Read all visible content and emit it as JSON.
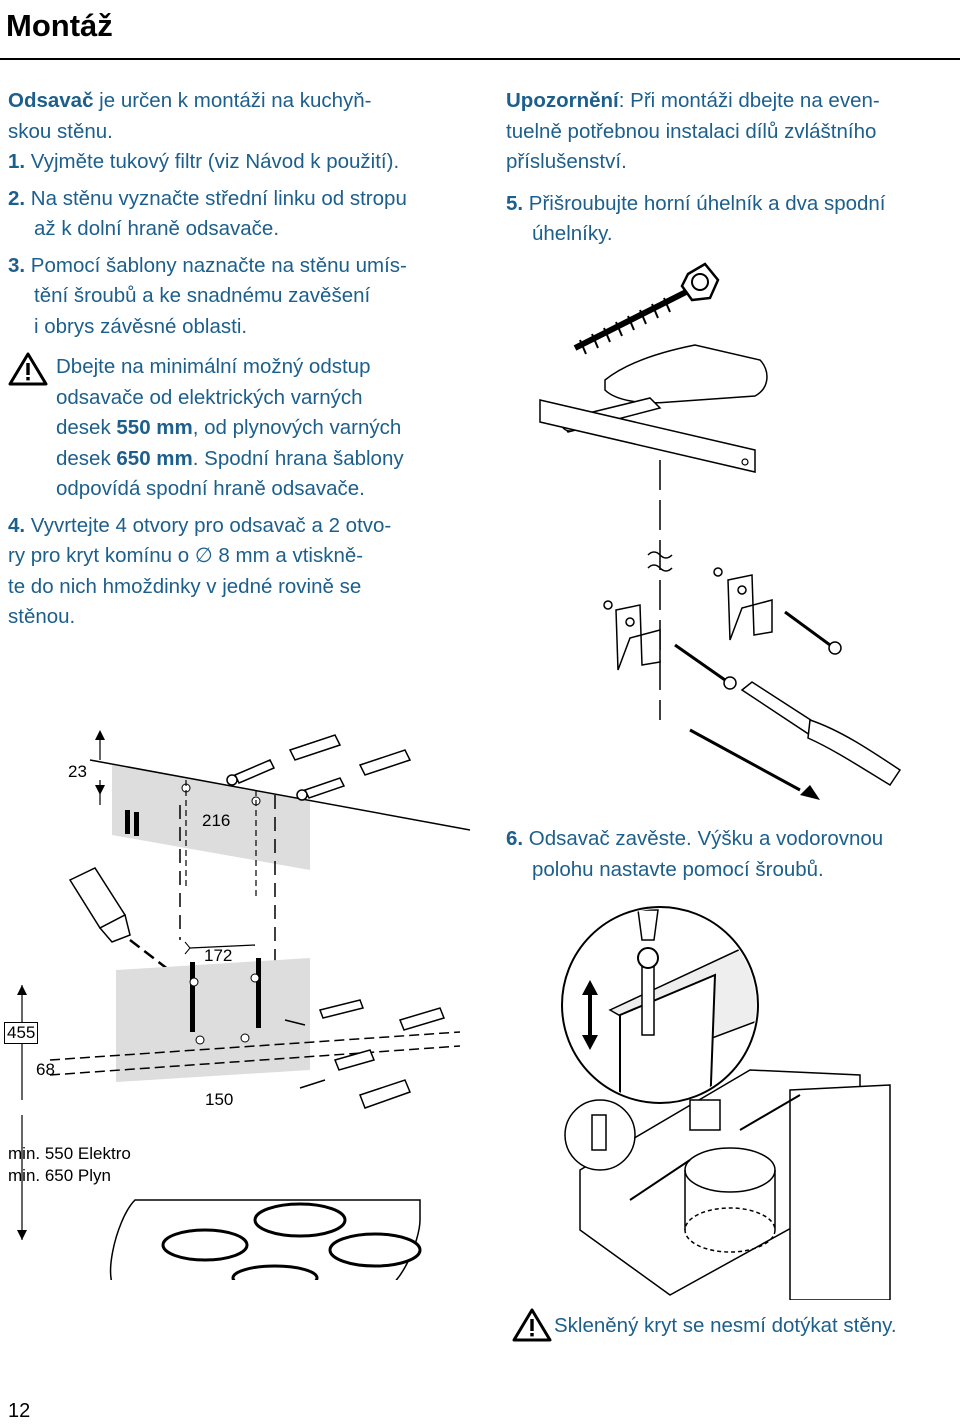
{
  "title": "Montáž",
  "left": {
    "intro_bold": "Odsavač",
    "intro_rest_1": " je určen k montáži na kuchyň-",
    "intro_rest_2": "skou stěnu.",
    "s1_num": "1.",
    "s1_text": " Vyjměte tukový filtr (viz Návod k použití).",
    "s2_num": "2.",
    "s2_text_1": " Na stěnu vyznačte střední linku od stropu",
    "s2_text_2": "až k dolní hraně odsavače.",
    "s3_num": "3.",
    "s3_text_1": " Pomocí šablony naznačte na stěnu umís-",
    "s3_text_2": "tění šroubů a ke snadnému zavěšení",
    "s3_text_3": "i obrys závěsné oblasti.",
    "warn_1": "Dbejte na minimální možný odstup",
    "warn_2": "odsavače od elektrických varných",
    "warn_3a": "desek ",
    "warn_3b": "550 mm",
    "warn_3c": ", od plynových varných",
    "warn_4a": "desek ",
    "warn_4b": "650 mm",
    "warn_4c": ". Spodní hrana šablony",
    "warn_5": "odpovídá spodní hraně odsavače.",
    "s4_num": "4.",
    "s4_text_1": " Vyvrtejte 4 otvory pro odsavač a 2 otvo-",
    "s4_text_2a": "ry pro kryt komínu o ",
    "s4_symbol": "∅",
    "s4_text_2b": " 8 mm a vtiskně-",
    "s4_text_3": "te do nich hmoždinky v jedné rovině se",
    "s4_text_4": "stěnou."
  },
  "right": {
    "note_bold": "Upozornění",
    "note_1": ": Při montáži dbejte na even-",
    "note_2": "tuelně potřebnou instalaci dílů zvláštního",
    "note_3": "příslušenství.",
    "s5_num": "5.",
    "s5_text_1": " Přišroubujte horní úhelník a dva spodní",
    "s5_text_2": "úhelníky.",
    "s6_num": "6.",
    "s6_text_1": " Odsavač zavěste. Výšku a vodorovnou",
    "s6_text_2": "polohu nastavte pomocí šroubů.",
    "warn_bottom": "Skleněný kryt se nesmí dotýkat stěny."
  },
  "dims": {
    "d23": "23",
    "d216": "216",
    "d172": "172",
    "d455": "455",
    "d68": "68",
    "d150": "150",
    "min_elektro": "min. 550 Elektro",
    "min_plyn": "min. 650 Plyn"
  },
  "page_number": "12"
}
